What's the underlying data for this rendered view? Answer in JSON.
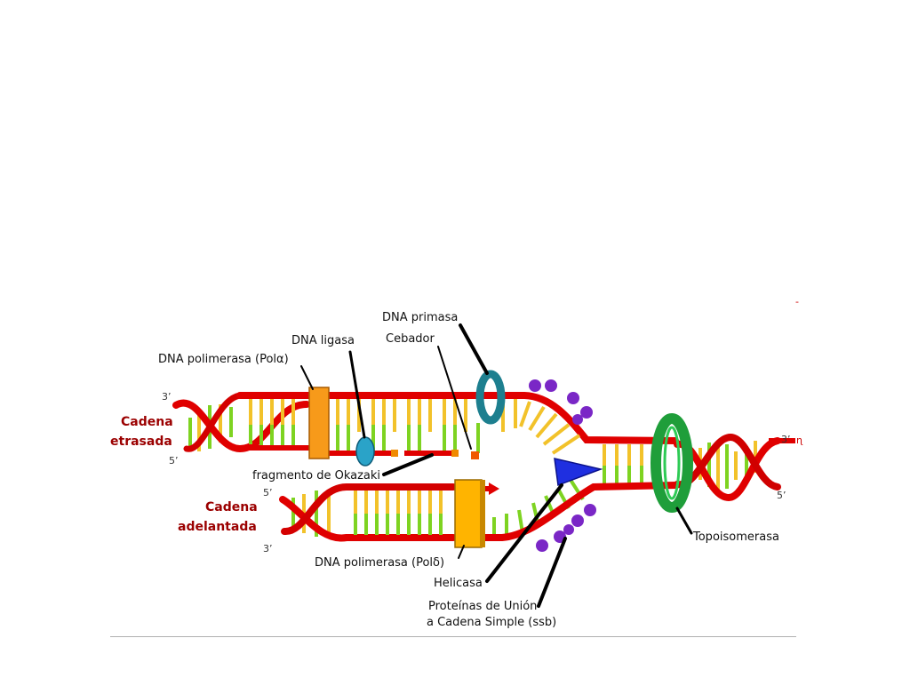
{
  "labels": {
    "primasa": "DNA primasa",
    "ligasa": "DNA ligasa",
    "cebador": "Cebador",
    "polimerasa_a": "DNA polimerasa (Polα)",
    "okazaki": "fragmento de Okazaki",
    "polimerasa_d": "DNA polimerasa (Polδ)",
    "helicasa": "Helicasa",
    "topoisomerasa": "Topoisomerasa",
    "ssb_line1": "Proteínas de Unión",
    "ssb_line2": "a Cadena Simple (ssb)"
  },
  "strands": {
    "retrasada_1": "Cadena",
    "retrasada_2": "etrasada",
    "adelantada_1": "Cadena",
    "adelantada_2": "adelantada"
  },
  "ends": {
    "top_left_3": "3’",
    "top_left_5": "5’",
    "bottom_left_5": "5’",
    "bottom_left_3": "3’",
    "right_3": "3’",
    "right_5": "5’"
  },
  "marks": {
    "right_marker": "ɳ",
    "top_right_dash": "-"
  },
  "colors": {
    "backbone": "#e00000",
    "rung_yellow": "#f2c22a",
    "rung_green": "#7ed321",
    "polymerase": "#f79a1a",
    "polymerase_d": "#ffb400",
    "primase": "#1d7f8f",
    "ligase": "#2aa3c8",
    "helicase": "#1f2fe0",
    "topoisomerase": "#1f9e3a",
    "ssb": "#7a27c6",
    "strand_label": "#9b0000"
  }
}
